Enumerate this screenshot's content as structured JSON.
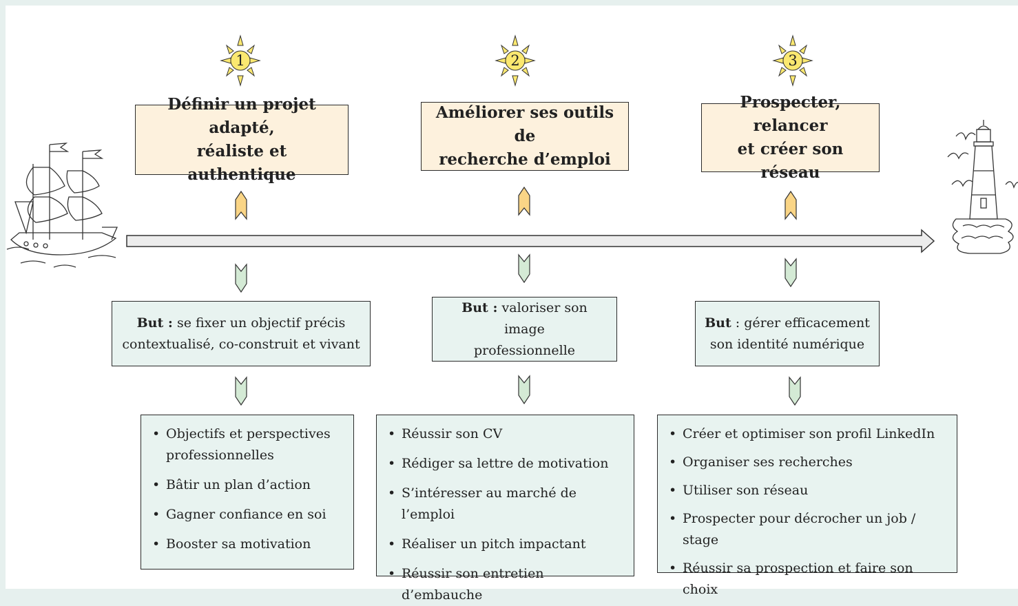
{
  "timeline": {
    "accent_title_bg": "#fdf1dd",
    "accent_box_bg": "#e8f3f0",
    "up_chevron_color": "#fad586",
    "down_chevron_color": "#d4ead5"
  },
  "steps": [
    {
      "number": "1",
      "title_line1": "Définir un projet adapté,",
      "title_line2": "réaliste et authentique",
      "goal_label": "But :",
      "goal_line1": " se fixer un objectif précis",
      "goal_line2": "contextualisé, co-construit et vivant",
      "items": [
        "Objectifs et perspectives professionnelles",
        "Bâtir un plan d’action",
        "Gagner confiance en soi",
        "Booster sa motivation"
      ]
    },
    {
      "number": "2",
      "title_line1": "Améliorer ses outils de",
      "title_line2": "recherche d’emploi",
      "goal_label": "But :",
      "goal_line1": " valoriser son image",
      "goal_line2": "professionnelle",
      "items": [
        "Réussir son CV",
        "Rédiger sa lettre de motivation",
        "S’intéresser au marché de l’emploi",
        "Réaliser un pitch impactant",
        "Réussir son entretien d’embauche"
      ]
    },
    {
      "number": "3",
      "title_line1": "Prospecter, relancer",
      "title_line2": "et créer son réseau",
      "goal_label": "But",
      "goal_line1": " : gérer efficacement",
      "goal_line2": "son identité numérique",
      "items": [
        "Créer et optimiser son profil LinkedIn",
        "Organiser ses recherches",
        "Utiliser son réseau",
        "Prospecter pour décrocher un job / stage",
        "Réussir sa prospection et faire son choix"
      ]
    }
  ]
}
